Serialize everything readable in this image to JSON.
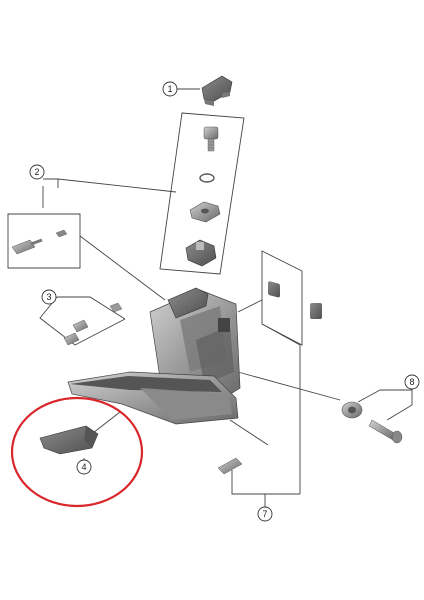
{
  "callouts": [
    {
      "id": "1",
      "label": "1"
    },
    {
      "id": "2",
      "label": "2"
    },
    {
      "id": "3",
      "label": "3"
    },
    {
      "id": "4",
      "label": "4"
    },
    {
      "id": "7",
      "label": "7"
    },
    {
      "id": "8",
      "label": "8"
    }
  ],
  "highlight": {
    "part": "4",
    "color": "#d9262b"
  },
  "colors": {
    "line": "#444444",
    "part_dark": "#6e6e6e",
    "part_mid": "#9a9a9a",
    "part_light": "#c4c4c4"
  }
}
